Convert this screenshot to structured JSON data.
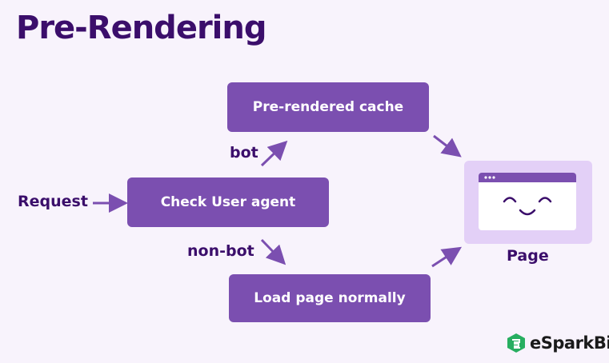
{
  "title": "Pre-Rendering",
  "nodes": {
    "cache": "Pre-rendered cache",
    "check": "Check User agent",
    "load": "Load page normally"
  },
  "labels": {
    "request": "Request",
    "bot": "bot",
    "nonbot": "non-bot",
    "page": "Page"
  },
  "brand": {
    "name": "eSparkBiz",
    "icon": "esparkbiz-logo-icon"
  },
  "colors": {
    "background": "#f8f3fc",
    "box": "#7b4fb0",
    "title": "#3b0e6b",
    "page_frame": "#e3d0f7",
    "logo_green": "#27ae60"
  }
}
